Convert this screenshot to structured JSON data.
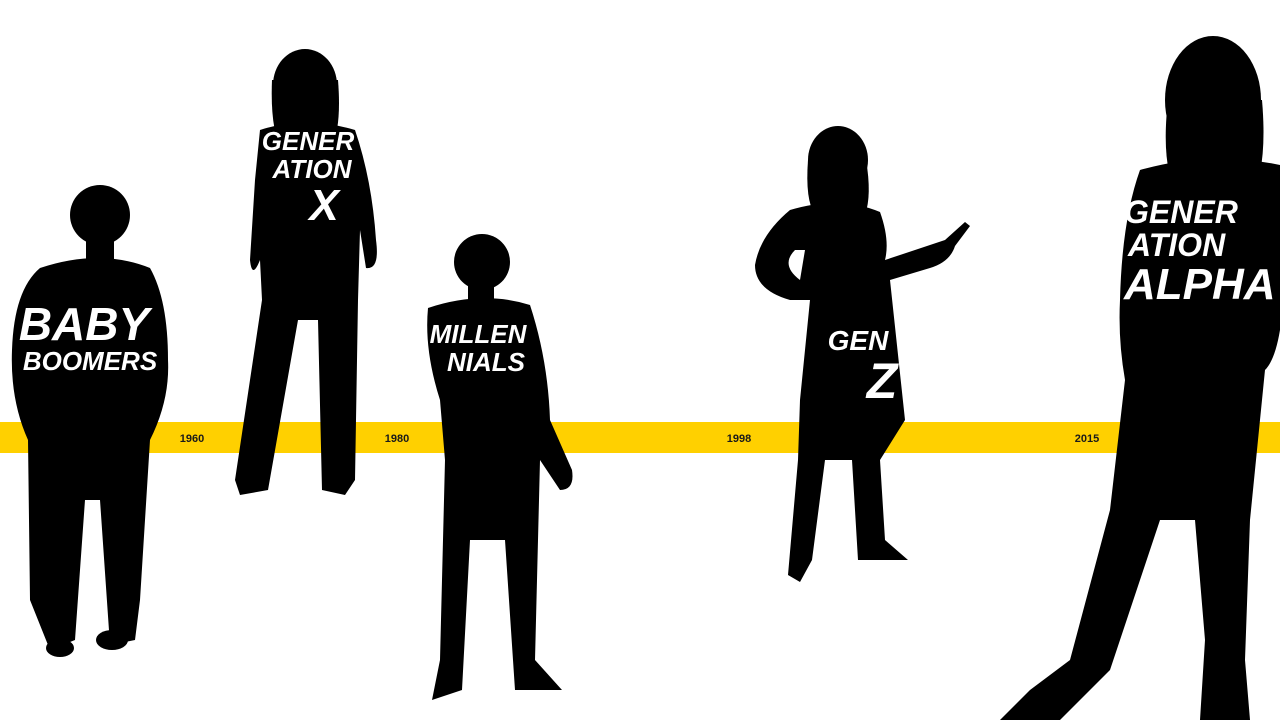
{
  "colors": {
    "background": "#ffffff",
    "timeline": "#ffd000",
    "silhouette": "#000000",
    "label": "#ffffff"
  },
  "generations": [
    {
      "id": "baby-boomers",
      "lines": [
        "BABY",
        "BOOMERS"
      ]
    },
    {
      "id": "generation-x",
      "lines": [
        "GENER",
        "ATION",
        "X"
      ]
    },
    {
      "id": "millennials",
      "lines": [
        "MILLEN",
        "NIALS"
      ]
    },
    {
      "id": "gen-z",
      "lines": [
        "GEN",
        "Z"
      ]
    },
    {
      "id": "generation-alpha",
      "lines": [
        "GENER",
        "ATION",
        "ALPHA"
      ]
    }
  ],
  "timeline": {
    "years": [
      "1960",
      "1980",
      "1998",
      "2015"
    ]
  }
}
